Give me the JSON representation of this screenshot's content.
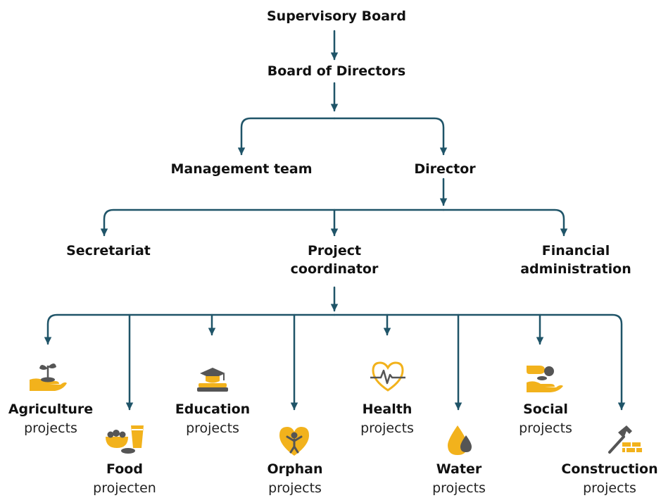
{
  "colors": {
    "arrow": "#1f5468",
    "accent": "#f2b21c",
    "gray": "#555555"
  },
  "board": {
    "supervisory": "Supervisory Board",
    "directors": "Board of Directors",
    "management": "Management team",
    "director": "Director",
    "secretariat": "Secretariat",
    "coordinator_1": "Project",
    "coordinator_2": "coordinator",
    "financial_1": "Financial",
    "financial_2": "administration"
  },
  "projects": [
    {
      "title": "Agriculture",
      "sub": "projects",
      "icon": "seedling-in-hand-icon"
    },
    {
      "title": "Food",
      "sub": "projecten",
      "icon": "food-bowl-glass-icon"
    },
    {
      "title": "Education",
      "sub": "projects",
      "icon": "books-graduation-cap-icon"
    },
    {
      "title": "Orphan",
      "sub": "projects",
      "icon": "heart-child-icon"
    },
    {
      "title": "Health",
      "sub": "projects",
      "icon": "heartbeat-icon"
    },
    {
      "title": "Water",
      "sub": "projects",
      "icon": "water-drops-icon"
    },
    {
      "title": "Social",
      "sub": "projects",
      "icon": "giving-hand-coin-icon"
    },
    {
      "title": "Construction",
      "sub": "projects",
      "icon": "hammer-bricks-icon"
    }
  ]
}
